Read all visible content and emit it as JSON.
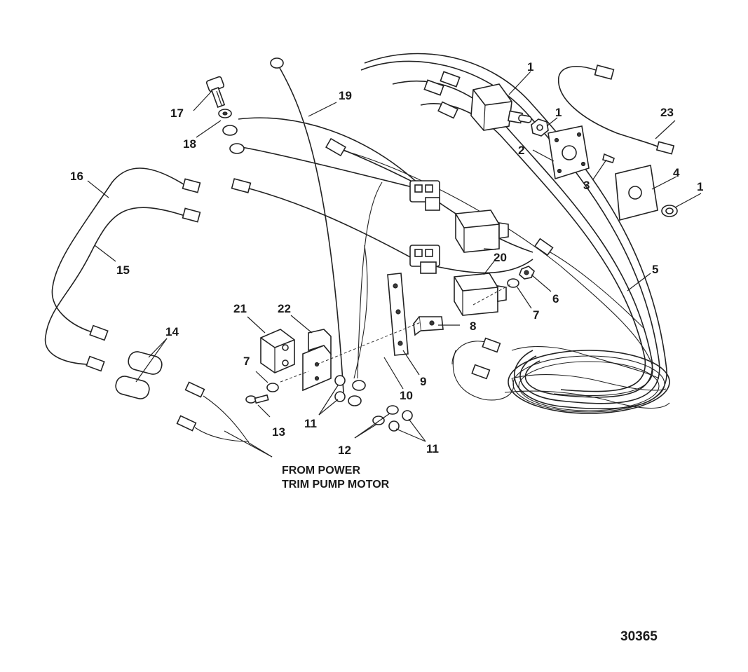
{
  "diagram": {
    "figure_number": "30365",
    "caption_lines": [
      "FROM POWER",
      "TRIM PUMP MOTOR"
    ],
    "callouts": [
      "1",
      "1",
      "1",
      "2",
      "3",
      "4",
      "5",
      "6",
      "7",
      "7",
      "8",
      "9",
      "10",
      "11",
      "11",
      "12",
      "13",
      "14",
      "15",
      "16",
      "17",
      "18",
      "19",
      "20",
      "21",
      "22",
      "23"
    ],
    "parts": [
      "toggle-switch",
      "switch-nut",
      "switch-nut",
      "switch-plate",
      "plate-screw",
      "decal",
      "wiring-harness",
      "nut",
      "washer",
      "washer",
      "bracket",
      "mounting-strap",
      "ground-lead",
      "nut",
      "nut",
      "lockwasher",
      "screw",
      "connector-sleeves",
      "trim-lead",
      "trim-lead",
      "bolt",
      "washer",
      "lead",
      "relay",
      "relay",
      "circuit-breaker",
      "breaker-bracket",
      "switch-lead"
    ]
  }
}
